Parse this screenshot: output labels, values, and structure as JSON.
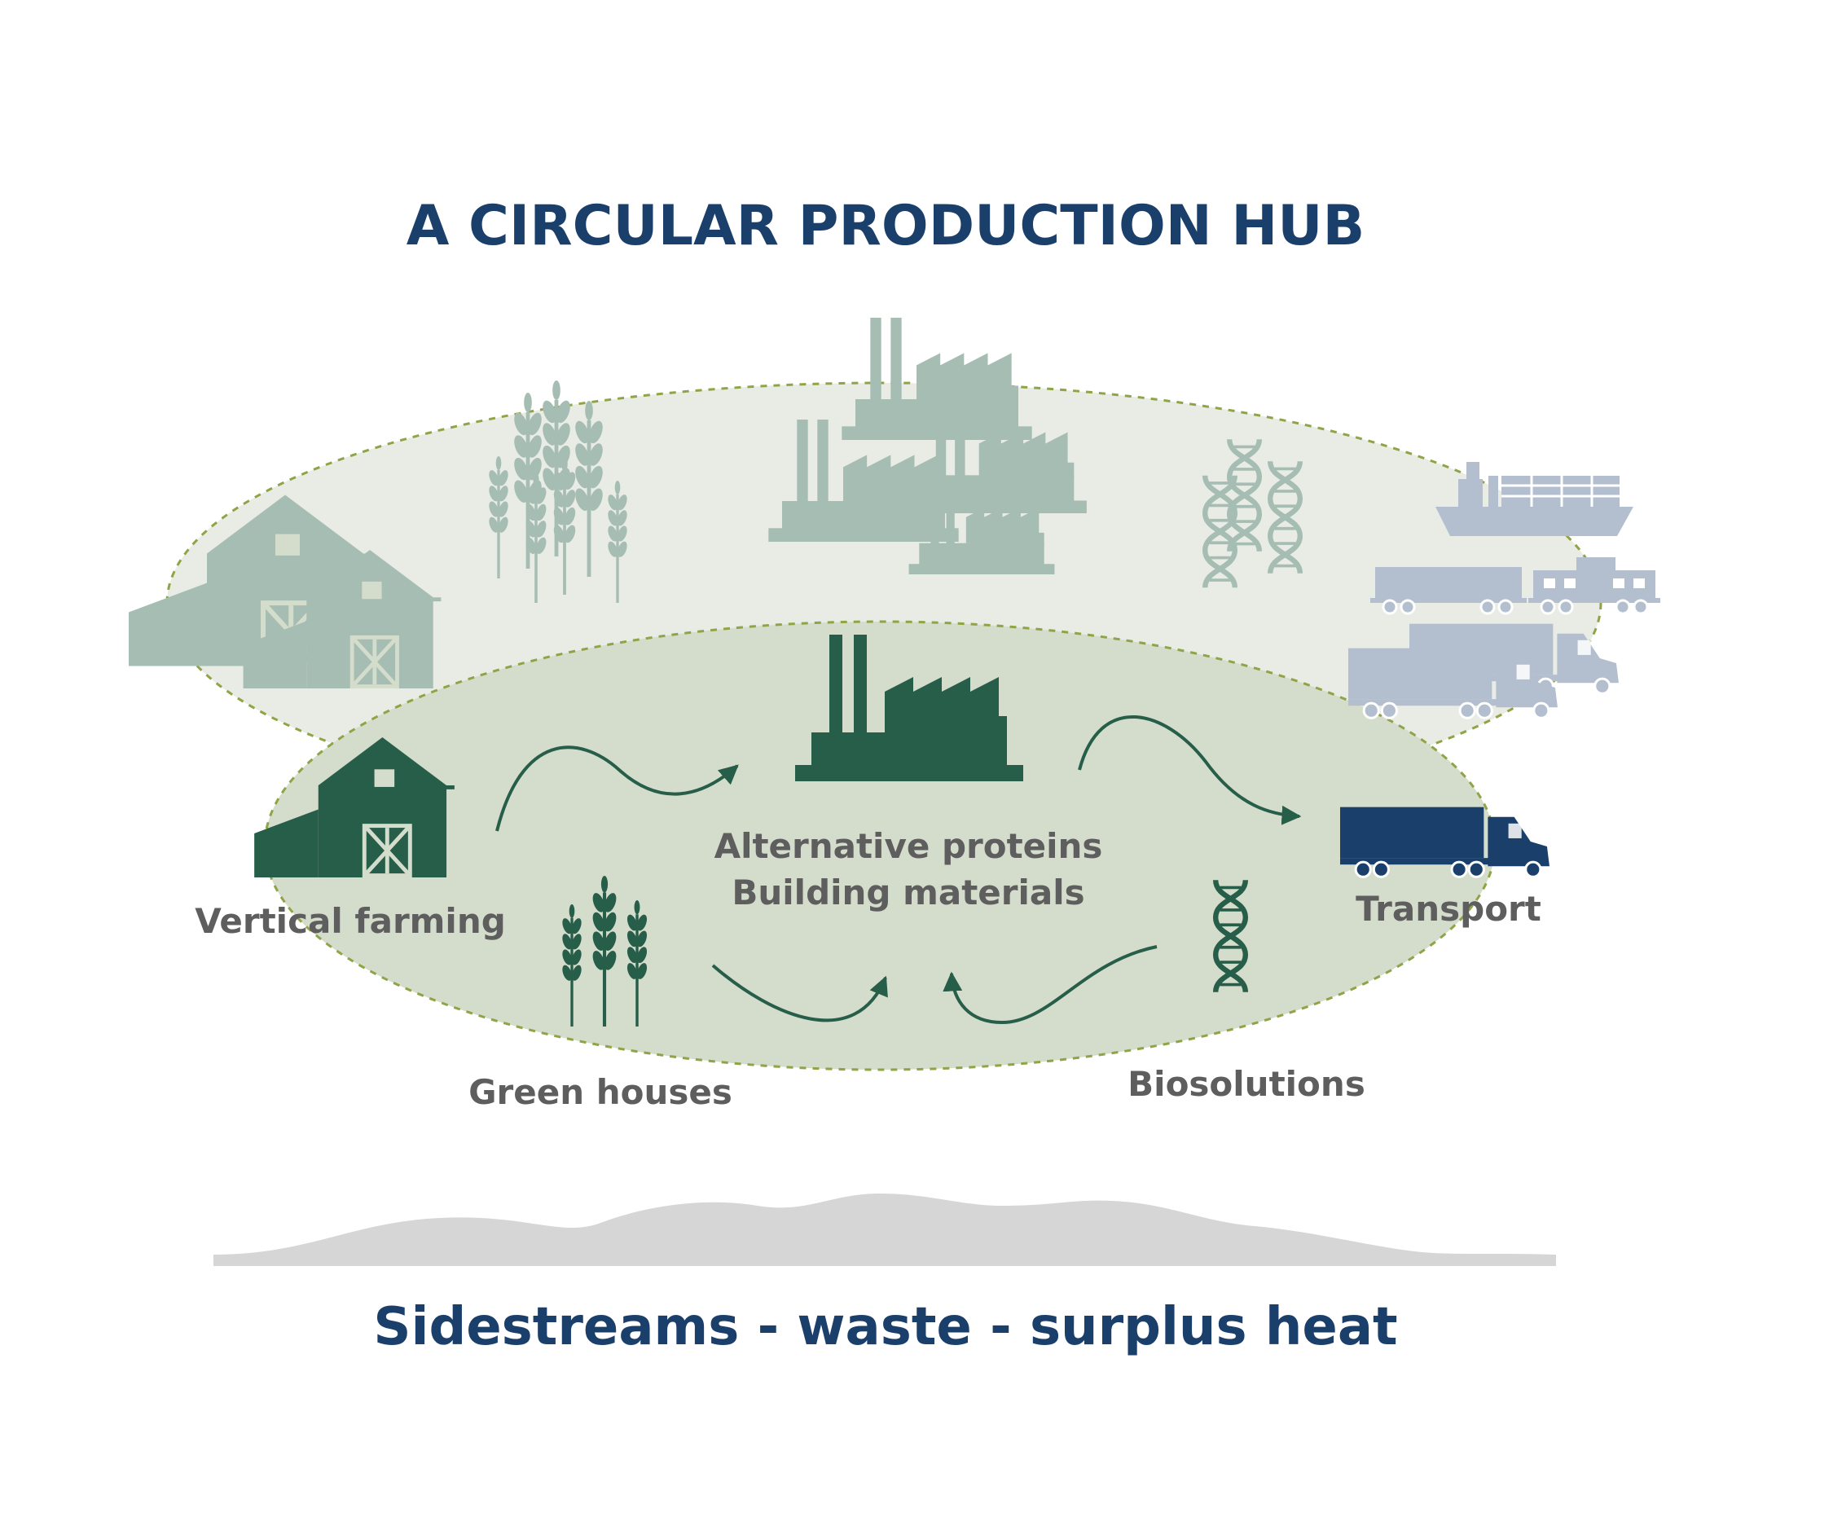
{
  "title": "A CIRCULAR PRODUCTION HUB",
  "center_label": {
    "line1": "Alternative proteins",
    "line2": "Building materials"
  },
  "labels": {
    "vertical_farming": "Vertical farming",
    "green_houses": "Green houses",
    "biosolutions": "Biosolutions",
    "transport": "Transport"
  },
  "footer": "Sidestreams - waste - surplus heat",
  "colors": {
    "title": "#1b3f6b",
    "label_text": "#5e5e5e",
    "dark_green": "#275e4a",
    "sage": "#a6bdb3",
    "transport_grey": "#b3bfcf",
    "truck_navy": "#1b3f6b",
    "outer_fill": "#e9ece5",
    "inner_fill": "#d4dccb",
    "dashed_line": "#8fa446",
    "ground": "#d6d6d6"
  },
  "icons": [
    "barn-icon",
    "wheat-icon",
    "factory-icon",
    "dna-icon",
    "truck-icon",
    "cargo-ship-icon",
    "train-icon",
    "arrow-icon"
  ]
}
